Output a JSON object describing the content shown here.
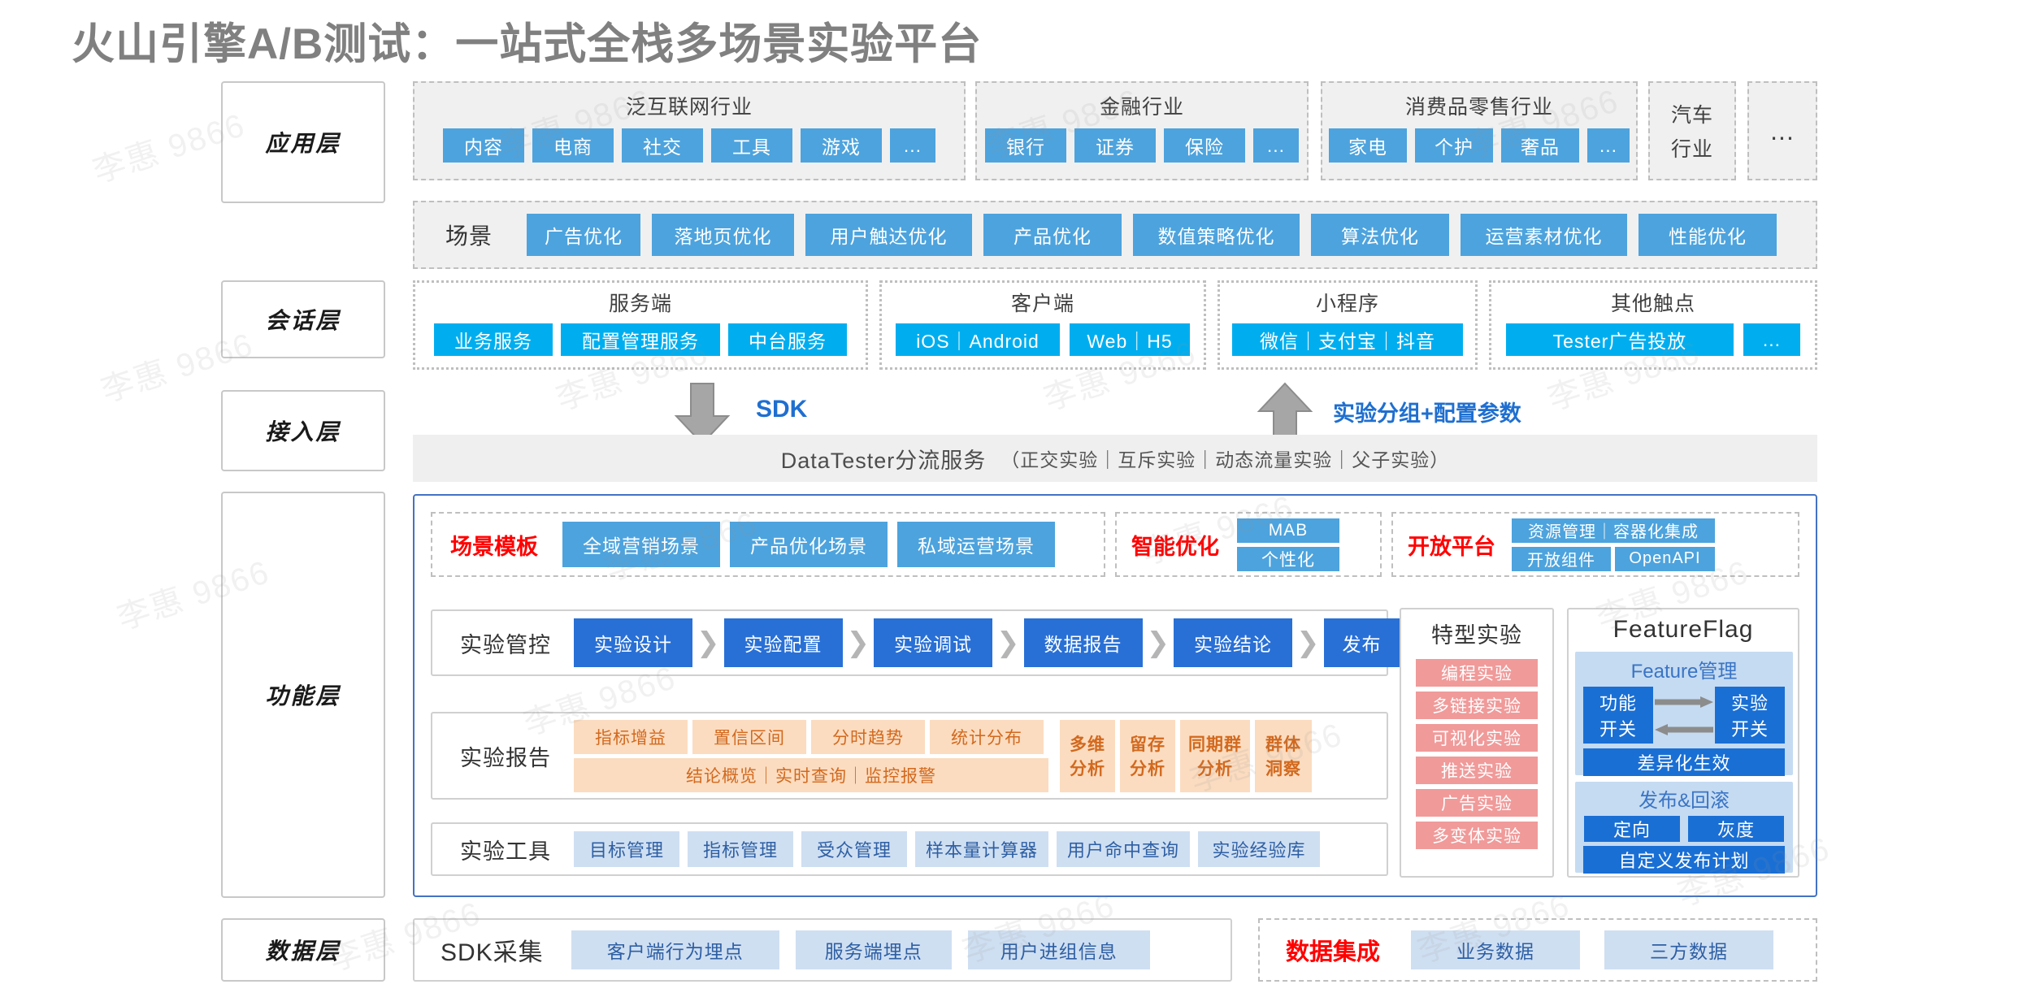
{
  "title": "火山引擎A/B测试：一站式全栈多场景实验平台",
  "watermark": "李惠 9866",
  "layers": [
    {
      "key": "application",
      "label": "应用层"
    },
    {
      "key": "session",
      "label": "会话层"
    },
    {
      "key": "access",
      "label": "接入层"
    },
    {
      "key": "function",
      "label": "功能层"
    },
    {
      "key": "data",
      "label": "数据层"
    }
  ],
  "application": {
    "industries": [
      {
        "name": "泛互联网行业",
        "items": [
          "内容",
          "电商",
          "社交",
          "工具",
          "游戏",
          "..."
        ]
      },
      {
        "name": "金融行业",
        "items": [
          "银行",
          "证券",
          "保险",
          "..."
        ]
      },
      {
        "name": "消费品零售行业",
        "items": [
          "家电",
          "个护",
          "奢品",
          "..."
        ]
      }
    ],
    "auto_industry": "汽车\n行业",
    "auto_industry_line1": "汽车",
    "auto_industry_line2": "行业",
    "more": "...",
    "scene_label": "场景",
    "scenes": [
      "广告优化",
      "落地页优化",
      "用户触达优化",
      "产品优化",
      "数值策略优化",
      "算法优化",
      "运营素材优化",
      "性能优化"
    ]
  },
  "session": {
    "groups": [
      {
        "name": "服务端",
        "items": [
          "业务服务",
          "配置管理服务",
          "中台服务"
        ]
      },
      {
        "name": "客户端",
        "items": [
          "iOS｜Android",
          "Web｜H5"
        ]
      },
      {
        "name": "小程序",
        "items": [
          "微信｜支付宝｜抖音"
        ]
      },
      {
        "name": "其他触点",
        "items": [
          "Tester广告投放",
          "..."
        ]
      }
    ]
  },
  "access": {
    "sdk_arrow_label": "SDK",
    "config_arrow_label": "实验分组+配置参数",
    "bar_main": "DataTester分流服务",
    "bar_sub": "（正交实验｜互斥实验｜动态流量实验｜父子实验）"
  },
  "functionLayer": {
    "scene_template": {
      "label": "场景模板",
      "items": [
        "全域营销场景",
        "产品优化场景",
        "私域运营场景"
      ]
    },
    "smart_optimize": {
      "label": "智能优化",
      "items": [
        "MAB",
        "个性化"
      ]
    },
    "open_platform": {
      "label": "开放平台",
      "row1": "资源管理｜容器化集成",
      "row2a": "开放组件",
      "row2b": "OpenAPI"
    },
    "experiment_control": {
      "label": "实验管控",
      "steps": [
        "实验设计",
        "实验配置",
        "实验调试",
        "数据报告",
        "实验结论",
        "发布"
      ],
      "separator": "❯"
    },
    "experiment_report": {
      "label": "实验报告",
      "top_items": [
        "指标增益",
        "置信区间",
        "分时趋势",
        "统计分布"
      ],
      "bottom_bar": "结论概览｜实时查询｜监控报警",
      "analysis": [
        {
          "line1": "多维",
          "line2": "分析"
        },
        {
          "line1": "留存",
          "line2": "分析"
        },
        {
          "line1": "同期群",
          "line2": "分析"
        },
        {
          "line1": "群体",
          "line2": "洞察"
        }
      ]
    },
    "experiment_tools": {
      "label": "实验工具",
      "items": [
        "目标管理",
        "指标管理",
        "受众管理",
        "样本量计算器",
        "用户命中查询",
        "实验经验库"
      ]
    },
    "special_experiments": {
      "title": "特型实验",
      "items": [
        "编程实验",
        "多链接实验",
        "可视化实验",
        "推送实验",
        "广告实验",
        "多变体实验"
      ]
    },
    "feature_flag": {
      "title": "FeatureFlag",
      "manage": {
        "title": "Feature管理",
        "left_line1": "功能",
        "left_line2": "开关",
        "right_line1": "实验",
        "right_line2": "开关",
        "bottom": "差异化生效"
      },
      "release": {
        "title": "发布&回滚",
        "left": "定向",
        "right": "灰度",
        "bottom": "自定义发布计划"
      }
    }
  },
  "dataLayer": {
    "sdk_collect": {
      "label": "SDK采集",
      "items": [
        "客户端行为埋点",
        "服务端埋点",
        "用户进组信息"
      ]
    },
    "data_integration": {
      "label": "数据集成",
      "items": [
        "业务数据",
        "三方数据"
      ]
    }
  },
  "colors": {
    "accent_blue": "#4da3dd",
    "cyan": "#00aeef",
    "deep_blue": "#2970d6",
    "salmon": "#f09a9a",
    "light_blue": "#cfdff2",
    "peach": "#fbdcc0",
    "red": "#ff0000",
    "gray_fill": "#f0f0f0"
  }
}
